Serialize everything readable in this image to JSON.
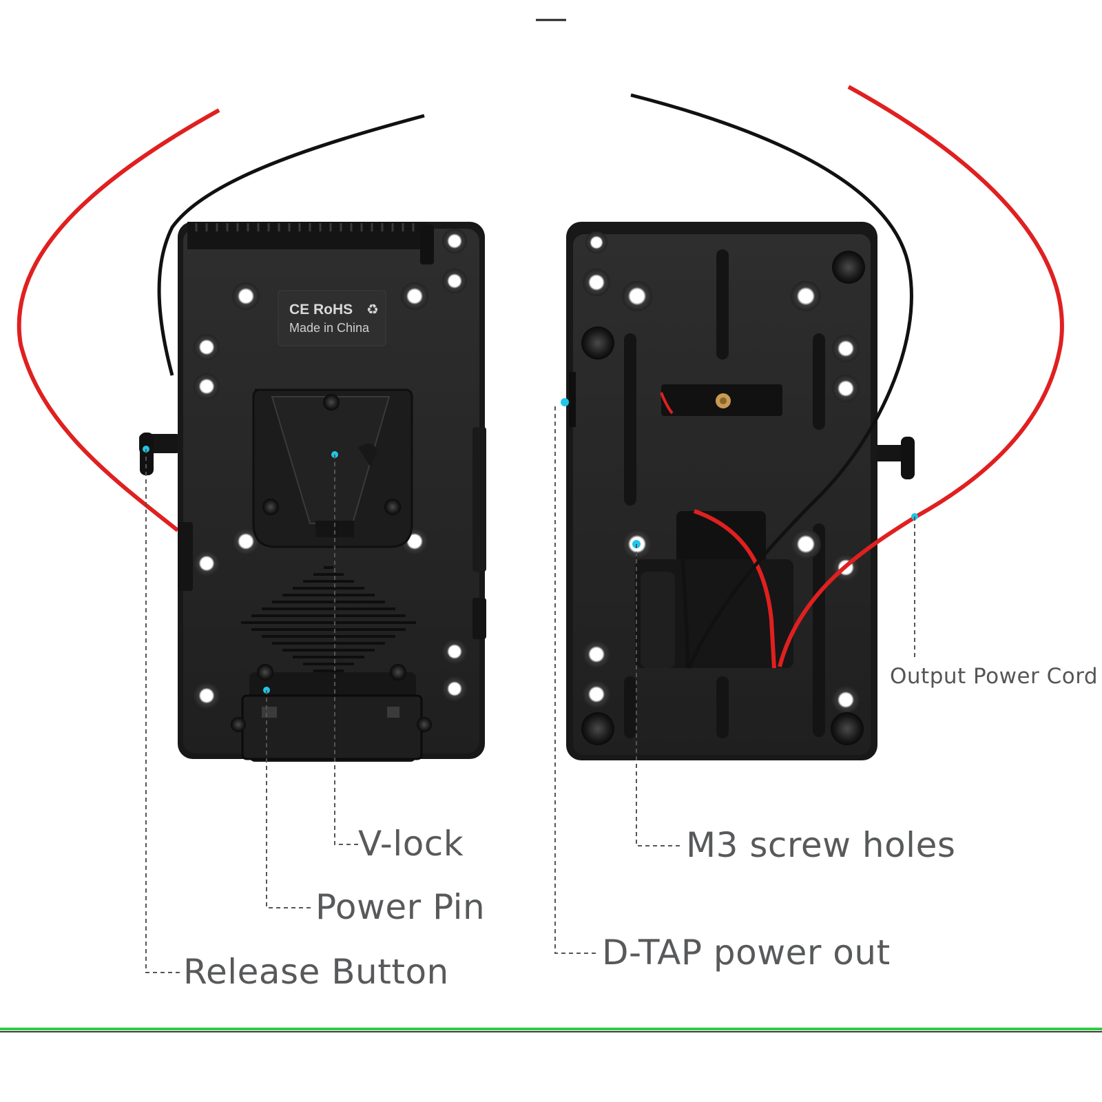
{
  "plate_marking": {
    "line1": "CE RoHS",
    "line2": "Made in China"
  },
  "callouts": {
    "v_lock": "V-lock",
    "power_pin": "Power Pin",
    "release_button": "Release Button",
    "m3_screw_holes": "M3 screw holes",
    "d_tap": "D-TAP power out",
    "output_cord": "Output Power Cord"
  },
  "colors": {
    "plate": "#1e1e1e",
    "plate_face": "#2a2a2a",
    "wire_red": "#e02020",
    "wire_black": "#111111",
    "callout_text": "#58595b",
    "marker_dot": "#1fc6e8",
    "divider_green": "#2ecc40"
  }
}
